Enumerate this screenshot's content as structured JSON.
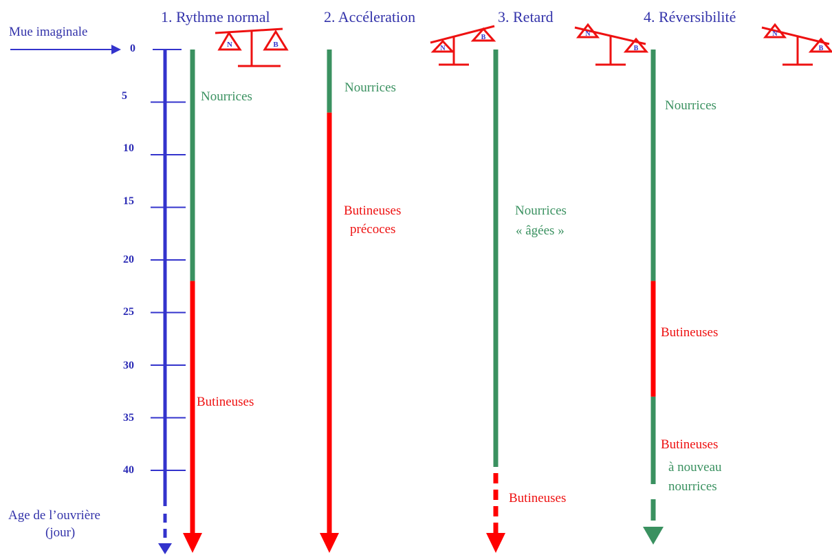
{
  "colors": {
    "axis": "#3333cc",
    "nurse": "#3a9160",
    "forager": "#ff0000",
    "balance": "#ee1111"
  },
  "axis": {
    "start_label": "Mue imaginale",
    "end_label_line1": "Age de l’ouvrière",
    "end_label_line2": "(jour)",
    "ticks": [
      "0",
      "5",
      "10",
      "15",
      "20",
      "25",
      "30",
      "35",
      "40"
    ]
  },
  "balance": {
    "left": "N",
    "right": "B"
  },
  "scenarios": [
    {
      "title": "1. Rythme normal",
      "phases": [
        {
          "role": "nurse",
          "from_day": 0,
          "to_day": 22,
          "label": [
            "Nourrices"
          ]
        },
        {
          "role": "forager",
          "from_day": 22,
          "to_day": 47,
          "label": [
            "Butineuses"
          ]
        }
      ]
    },
    {
      "title": "2. Accéleration",
      "phases": [
        {
          "role": "nurse",
          "from_day": 0,
          "to_day": 6,
          "label": [
            "Nourrices"
          ]
        },
        {
          "role": "forager",
          "from_day": 6,
          "to_day": 47,
          "label": [
            "Butineuses",
            "précoces"
          ]
        }
      ]
    },
    {
      "title": "3. Retard",
      "phases": [
        {
          "role": "nurse",
          "from_day": 0,
          "to_day": 40,
          "label": [
            "Nourrices",
            "« âgées »"
          ]
        },
        {
          "role": "forager",
          "from_day": 40,
          "to_day": 47,
          "label": [
            "Butineuses"
          ]
        }
      ]
    },
    {
      "title": "4. Réversibilité",
      "phases": [
        {
          "role": "nurse",
          "from_day": 0,
          "to_day": 22,
          "label": [
            "Nourrices"
          ]
        },
        {
          "role": "forager",
          "from_day": 22,
          "to_day": 33,
          "label": [
            "Butineuses"
          ]
        },
        {
          "role": "nurse",
          "from_day": 33,
          "to_day": 47,
          "label": []
        }
      ],
      "extra_label_red": "Butineuses",
      "extra_label_green": [
        "à nouveau",
        "nourrices"
      ]
    }
  ]
}
